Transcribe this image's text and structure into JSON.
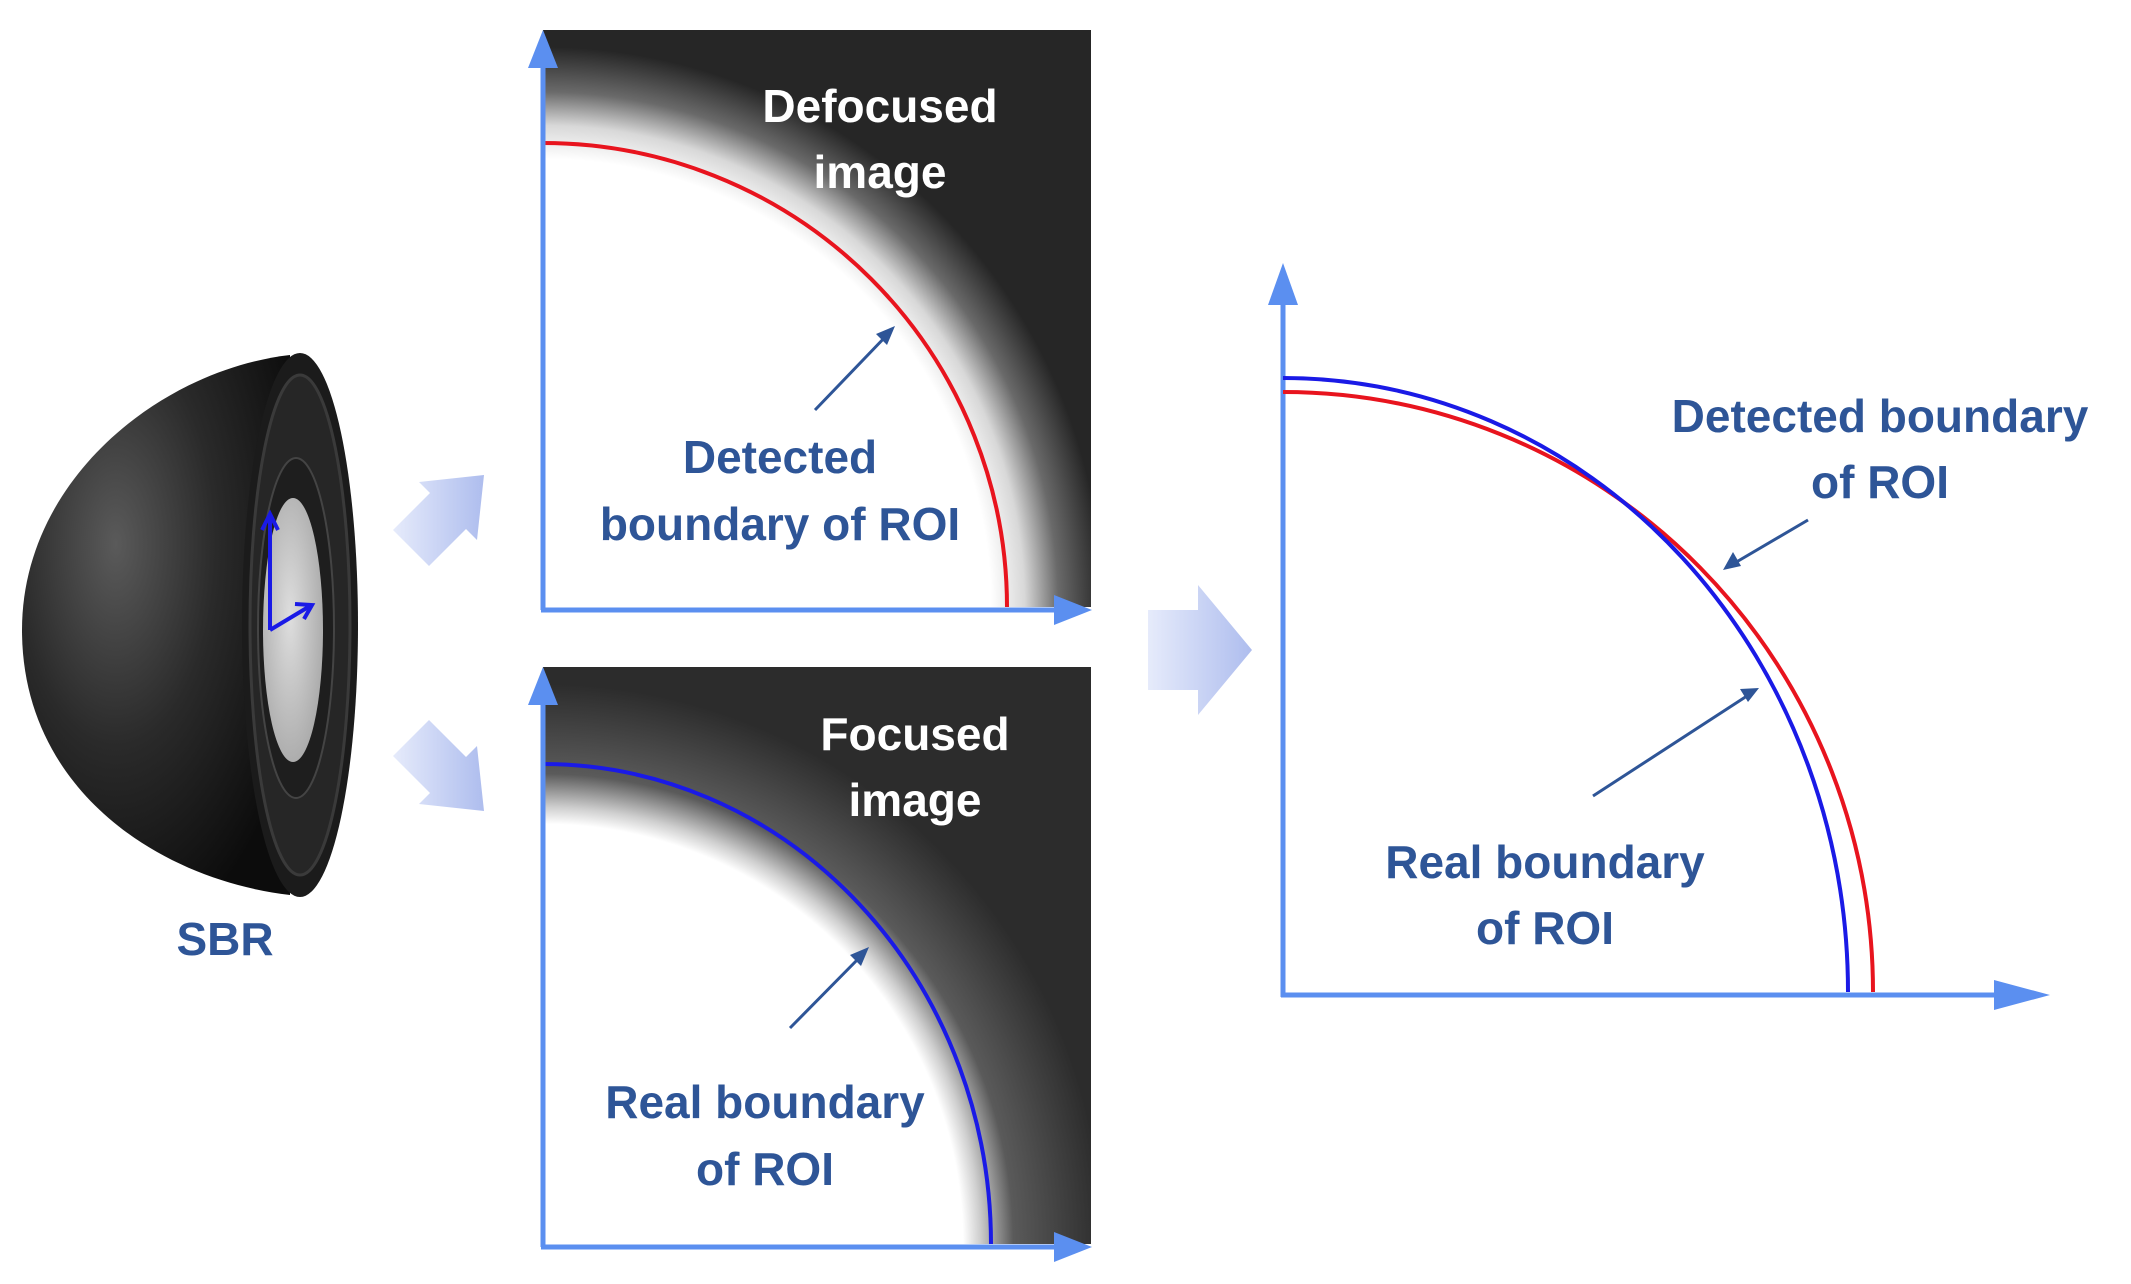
{
  "sbr": {
    "label": "SBR"
  },
  "defocused_panel": {
    "title_line1": "Defocused",
    "title_line2": "image",
    "boundary_line1": "Detected",
    "boundary_line2": "boundary of ROI"
  },
  "focused_panel": {
    "title_line1": "Focused",
    "title_line2": "image",
    "boundary_line1": "Real boundary",
    "boundary_line2": "of ROI"
  },
  "comparison_panel": {
    "detected_line1": "Detected boundary",
    "detected_line2": "of ROI",
    "real_line1": "Real boundary",
    "real_line2": "of ROI"
  },
  "colors": {
    "axis": "#5b8ff0",
    "detected_boundary": "#e8141e",
    "real_boundary": "#1a1ae6",
    "label_text": "#2e5597",
    "flow_arrow": "#b9c6f1"
  }
}
